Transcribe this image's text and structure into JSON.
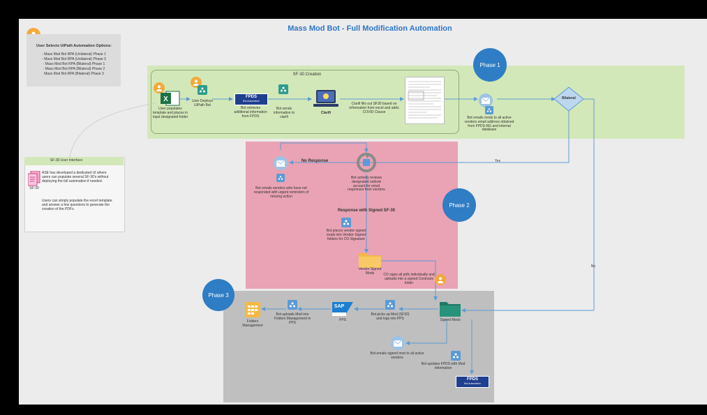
{
  "title": "Mass Mod Bot  - Full Modification Automation",
  "options": {
    "heading": "User Selects UiPath Automation Options:",
    "items": [
      "- Mass Mod Bot RPA (Unilateral) Phase 1",
      "- Mass Mod Bot RPA (Unilateral) Phase 3",
      "- Mass Mod Bot RPA  (Bilateral)  Phase 1",
      "- Mass Mod Bot RPA (Bilateral) Phase 2",
      "Mass Mod Bot RPA (Bilateral) Phase 3"
    ]
  },
  "ui_panel": {
    "title": "SF-30 User Interface",
    "icon_label": "SF-30",
    "para1": "ASE has developed a dedicated UI where users can populate several SF-30's without deploying the full automation if needed.",
    "para2": "Users can simply populate the excel template and answer a few questions to generate the creation of the PDFs."
  },
  "phases": {
    "p1": "Phase 1",
    "p2": "Phase 2",
    "p3": "Phase 3"
  },
  "phase1": {
    "group_label": "SF-30 Creation",
    "excel": "User populates template and places in input designated folder",
    "deploy": "User Deploys UiPath Bot",
    "fpds": "Bot retrieves additional information from FPDS",
    "fpds_logo_main": "FPDS",
    "fpds_logo_sub": "Bot Automation",
    "sends": "Bot sends information to clarifi",
    "clarifi": "Clarifi",
    "fills": "Clarifi fills out SF30 based on information from excel and adds COVID Clause",
    "emails": "Bot emails mods to all active vendors email address obtained from FPDS-NG and internal database",
    "bilateral": "Bilateral"
  },
  "phase2": {
    "no_response": "No Response",
    "yes": "Yes",
    "reminder": "Bot emails vendors who have not responded with urgent reminders of missing action",
    "reviews": "Bot actively reviews designated outlook account for email responses from vendors",
    "signed_label": "Response with Signed SF-30",
    "places": "Bot places vendor-signed mods into Vendor-Signed folders for CO Signature",
    "vendor_folder": "Vendor Signed Mods",
    "co_signs": "CO signs all pdfs individually and uploads into a signed Contracts folder"
  },
  "phase3": {
    "no": "No",
    "folders": "Folders Management",
    "uploads": "Bot uploads Mod into Folders Management in PPS",
    "pps": "PPS",
    "sap": "SAP",
    "picks": "Bot picks up Mod (SF30) and logs into PPS",
    "signed_mods": "Signed Mods",
    "emails_signed": "Bot emails signed mod to all active vendors",
    "updates": "Bot updates FPDS with Mod information",
    "fpds_logo_main": "FPDS",
    "fpds_logo_sub": "Bot Automation"
  },
  "colors": {
    "phase1_bg": "#d3e8b9",
    "phase2_bg": "#e9a3b4",
    "phase3_bg": "#bfbfbf",
    "phase_circle": "#2f7dc4",
    "connector": "#5b9bd5",
    "title": "#2e75c9"
  },
  "icons": [
    "person-icon",
    "excel-icon",
    "robot-icon",
    "laptop-icon",
    "document-icon",
    "mail-icon",
    "diamond-decision",
    "refresh-icon",
    "folder-icon",
    "sap-logo",
    "fpds-logo"
  ]
}
